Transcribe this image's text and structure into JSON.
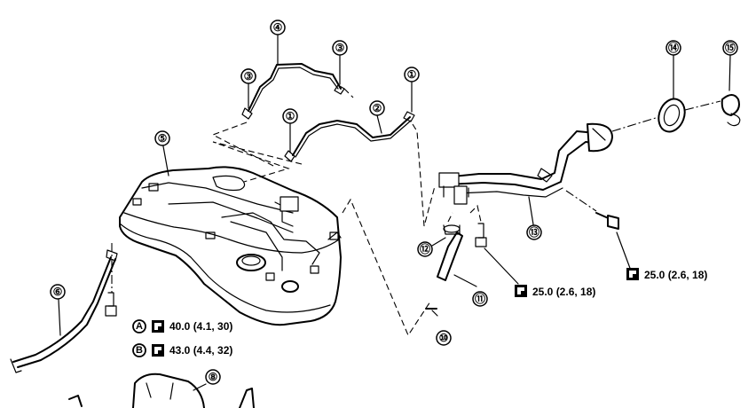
{
  "callouts": [
    {
      "id": "c1a",
      "label": "①"
    },
    {
      "id": "c1b",
      "label": "①"
    },
    {
      "id": "c2",
      "label": "②"
    },
    {
      "id": "c3a",
      "label": "③"
    },
    {
      "id": "c3b",
      "label": "③"
    },
    {
      "id": "c4",
      "label": "④"
    },
    {
      "id": "c5",
      "label": "⑤"
    },
    {
      "id": "c6",
      "label": "⑥"
    },
    {
      "id": "c8",
      "label": "⑧"
    },
    {
      "id": "c10",
      "label": "⑩"
    },
    {
      "id": "c11",
      "label": "⑪"
    },
    {
      "id": "c12",
      "label": "⑫"
    },
    {
      "id": "c13",
      "label": "⑬"
    },
    {
      "id": "c14",
      "label": "⑭"
    },
    {
      "id": "c15",
      "label": "⑮"
    }
  ],
  "torque": {
    "a_letter": "A",
    "a_value": "40.0 (4.1, 30)",
    "b_letter": "B",
    "b_value": "43.0 (4.4, 32)",
    "bolt_filler": "25.0 (2.6, 18)",
    "bolt_bracket": "25.0 (2.6, 18)"
  }
}
